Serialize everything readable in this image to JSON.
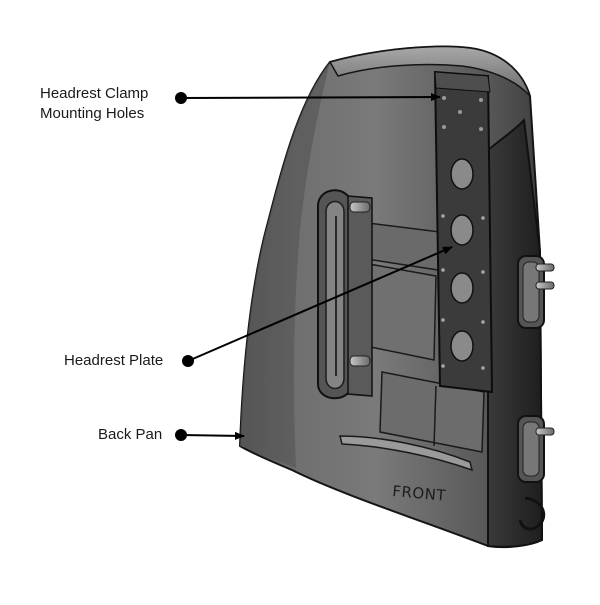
{
  "labels": {
    "clamp_line1": "Headrest Clamp",
    "clamp_line2": "Mounting Holes",
    "plate": "Headrest Plate",
    "pan": "Back Pan"
  },
  "part_text": {
    "front": "FRONT"
  },
  "colors": {
    "pan_body": "#5d5d5d",
    "pan_light": "#8e8e8e",
    "plate": "#3a3a3a",
    "rail": "#2b2b2b",
    "outline": "#151515",
    "leader": "#000000"
  }
}
